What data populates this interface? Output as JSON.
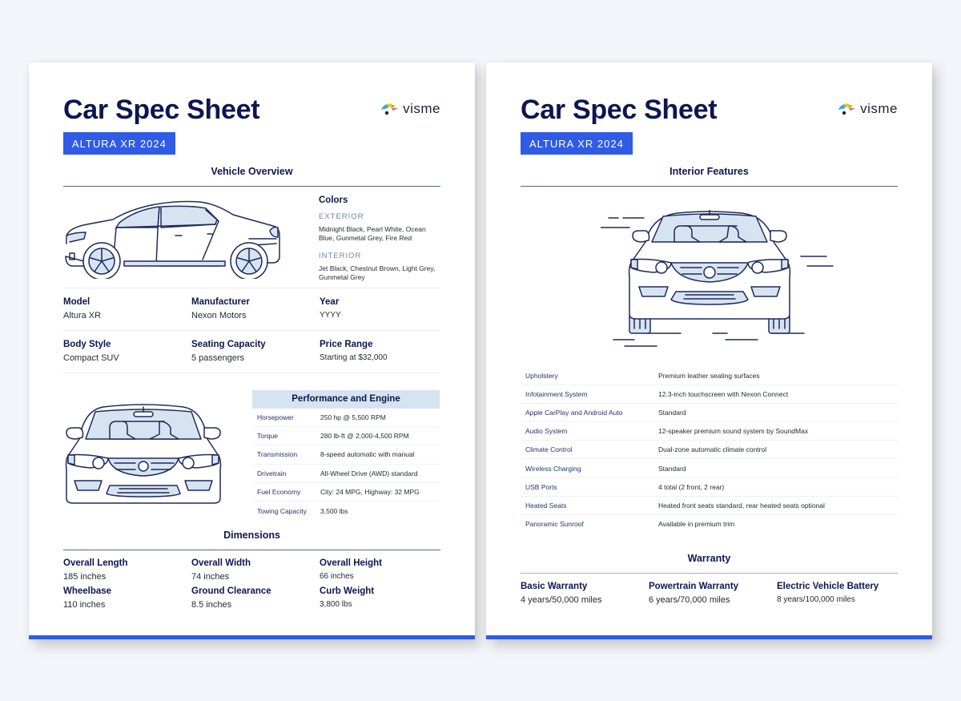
{
  "brand": {
    "logo_text": "visme",
    "accent": "#2f5be6",
    "navy": "#0d1650",
    "light_fill": "#d6e4f1"
  },
  "page1": {
    "title": "Car Spec Sheet",
    "badge": "ALTURA XR 2024",
    "overview": {
      "section_title": "Vehicle Overview",
      "colors": {
        "heading": "Colors",
        "exterior_label": "EXTERIOR",
        "exterior_value": "Midnight Black, Pearl White, Ocean Blue, Gunmetal Grey, Fire Red",
        "interior_label": "INTERIOR",
        "interior_value": "Jet Black, Chestnut Brown, Light Grey, Gunmetal Grey"
      },
      "fields": [
        {
          "label": "Model",
          "value": "Altura XR"
        },
        {
          "label": "Manufacturer",
          "value": "Nexon Motors"
        },
        {
          "label": "Year",
          "value": "YYYY"
        },
        {
          "label": "Body Style",
          "value": "Compact SUV"
        },
        {
          "label": "Seating Capacity",
          "value": "5 passengers"
        },
        {
          "label": "Price Range",
          "value": "Starting at $32,000"
        }
      ]
    },
    "performance": {
      "title": "Performance and Engine",
      "rows": [
        {
          "label": "Horsepower",
          "value": "250 hp @ 5,500 RPM"
        },
        {
          "label": "Torque",
          "value": "280 lb-ft @ 2,000-4,500 RPM"
        },
        {
          "label": "Transmission",
          "value": "8-speed automatic with manual"
        },
        {
          "label": "Drivetrain",
          "value": "All-Wheel Drive (AWD) standard"
        },
        {
          "label": "Fuel Economy",
          "value": "City: 24 MPG, Highway: 32 MPG"
        },
        {
          "label": "Towing Capacity",
          "value": "3,500 lbs"
        }
      ]
    },
    "dimensions": {
      "section_title": "Dimensions",
      "fields": [
        {
          "label": "Overall Length",
          "value": "185 inches"
        },
        {
          "label": "Overall Width",
          "value": "74 inches"
        },
        {
          "label": "Overall Height",
          "value": "66 inches"
        },
        {
          "label": "Wheelbase",
          "value": "110 inches"
        },
        {
          "label": "Ground Clearance",
          "value": "8.5 inches"
        },
        {
          "label": "Curb Weight",
          "value": "3,800 lbs"
        }
      ]
    }
  },
  "page2": {
    "title": "Car Spec Sheet",
    "badge": "ALTURA XR 2024",
    "interior": {
      "section_title": "Interior Features",
      "rows": [
        {
          "label": "Upholstery",
          "value": "Premium leather seating surfaces"
        },
        {
          "label": "Infotainment System",
          "value": "12.3-inch touchscreen with Nexon Connect"
        },
        {
          "label": "Apple CarPlay and Android Auto",
          "value": "Standard"
        },
        {
          "label": "Audio System",
          "value": "12-speaker premium sound system by SoundMax"
        },
        {
          "label": "Climate Control",
          "value": "Dual-zone automatic climate control"
        },
        {
          "label": "Wireless Charging",
          "value": "Standard"
        },
        {
          "label": "USB Ports",
          "value": "4 total (2 front, 2 rear)"
        },
        {
          "label": "Heated Seats",
          "value": "Heated front seats standard, rear heated seats optional"
        },
        {
          "label": "Panoramic Sunroof",
          "value": "Available in premium trim"
        }
      ]
    },
    "warranty": {
      "section_title": "Warranty",
      "fields": [
        {
          "label": "Basic Warranty",
          "value": "4 years/50,000 miles"
        },
        {
          "label": "Powertrain Warranty",
          "value": "6 years/70,000 miles"
        },
        {
          "label": "Electric Vehicle Battery",
          "value": "8 years/100,000 miles"
        }
      ]
    }
  }
}
